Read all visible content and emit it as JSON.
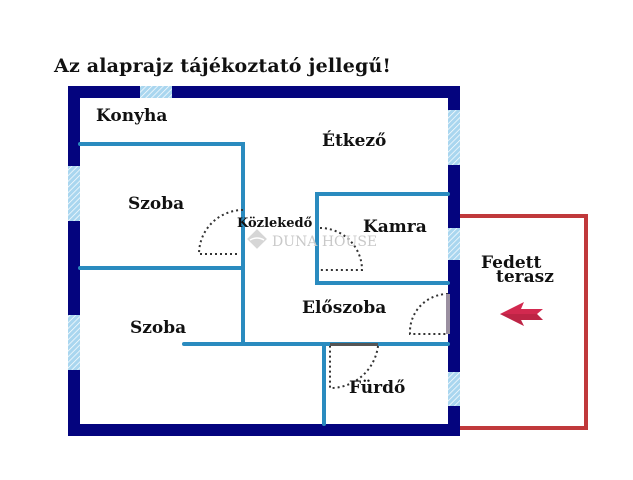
{
  "title": "Az alaprajz tájékoztató jellegű!",
  "colors": {
    "outer_wall": "#04047e",
    "inner_wall": "#2a8bbf",
    "window": "#a9d6ef",
    "terrace_wall": "#c0393b",
    "arrow": "#d2294f",
    "door_swing": "#333333",
    "door_leaf": "#9a8fa0",
    "watermark": "#c9c9c9"
  },
  "rooms": {
    "konyha": "Konyha",
    "etkezo": "Étkező",
    "szoba1": "Szoba",
    "kozlekedo": "Közlekedő",
    "kamra": "Kamra",
    "szoba2": "Szoba",
    "eloszoba": "Előszoba",
    "furdo": "Fürdő",
    "terasz_line1": "Fedett",
    "terasz_line2": "terasz"
  },
  "watermark": {
    "text": "DUNA HOUSE"
  },
  "icons": {
    "entrance_arrow": "arrow-left-icon",
    "watermark_logo": "duna-house-logo-icon"
  }
}
